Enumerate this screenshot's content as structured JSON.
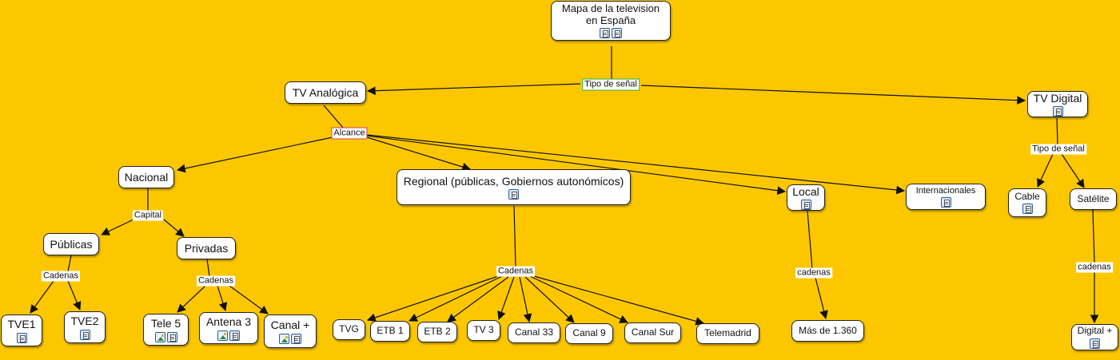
{
  "nodes": {
    "root": {
      "label": "Mapa de la television\nen España",
      "icons": [
        "doc",
        "doc"
      ]
    },
    "tv_analogica": {
      "label": "TV Analógica",
      "icons": []
    },
    "tv_digital": {
      "label": "TV Digital",
      "icons": [
        "doc"
      ]
    },
    "nacional": {
      "label": "Nacional",
      "icons": []
    },
    "regional": {
      "label": "Regional (públicas, Gobiernos autonómicos)",
      "icons": [
        "doc"
      ]
    },
    "local": {
      "label": "Local",
      "icons": [
        "doc"
      ]
    },
    "internacionales": {
      "label": "Internacionales",
      "icons": [
        "doc"
      ]
    },
    "publicas": {
      "label": "Públicas",
      "icons": []
    },
    "privadas": {
      "label": "Privadas",
      "icons": []
    },
    "tve1": {
      "label": "TVE1",
      "icons": [
        "doc"
      ]
    },
    "tve2": {
      "label": "TVE2",
      "icons": [
        "doc"
      ]
    },
    "tele5": {
      "label": "Tele 5",
      "icons": [
        "img",
        "doc"
      ]
    },
    "antena3": {
      "label": "Antena 3",
      "icons": [
        "img",
        "doc"
      ]
    },
    "canal_plus": {
      "label": "Canal +",
      "icons": [
        "img",
        "doc"
      ]
    },
    "tvg": {
      "label": "TVG",
      "icons": []
    },
    "etb1": {
      "label": "ETB 1",
      "icons": []
    },
    "etb2": {
      "label": "ETB 2",
      "icons": []
    },
    "tv3": {
      "label": "TV 3",
      "icons": []
    },
    "canal33": {
      "label": "Canal 33",
      "icons": []
    },
    "canal9": {
      "label": "Canal 9",
      "icons": []
    },
    "canal_sur": {
      "label": "Canal Sur",
      "icons": []
    },
    "telemadrid": {
      "label": "Telemadrid",
      "icons": []
    },
    "mas1360": {
      "label": "Más de 1.360",
      "icons": []
    },
    "cable": {
      "label": "Cable",
      "icons": [
        "doc"
      ]
    },
    "satelite": {
      "label": "Satélite",
      "icons": []
    },
    "digital_plus": {
      "label": "Digital +",
      "icons": [
        "doc"
      ]
    }
  },
  "link_labels": {
    "tipo_senal_1": "Tipo de señal",
    "alcance": "Alcance",
    "tipo_senal_2": "Tipo de señal",
    "capital": "Capital",
    "cadenas_publicas": "Cadenas",
    "cadenas_privadas": "Cadenas",
    "cadenas_regional": "Cadenas",
    "cadenas_local": "cadenas",
    "cadenas_satelite": "cadenas"
  },
  "colors": {
    "background": "#FDC700",
    "node_fill": "#ffffff",
    "line": "#111111",
    "label_border_green": "#33b233",
    "label_border_red": "#d94040"
  }
}
